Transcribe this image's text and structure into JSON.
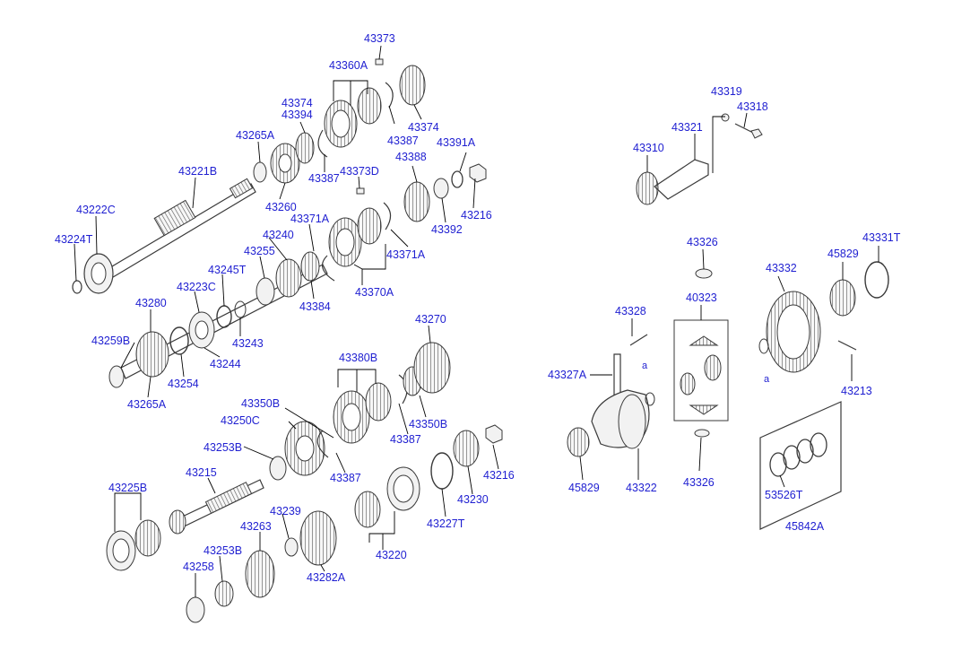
{
  "colors": {
    "label": "#1f1fd1",
    "line": "#000000",
    "part_stroke": "#3a3a3a",
    "part_fill": "#f2f2f2",
    "gear_shade": "#bdbdbd"
  },
  "labels": [
    {
      "id": "l-43373",
      "text": "43373"
    },
    {
      "id": "l-43360A",
      "text": "43360A"
    },
    {
      "id": "l-43374a",
      "text": "43374"
    },
    {
      "id": "l-43394",
      "text": "43394"
    },
    {
      "id": "l-43374b",
      "text": "43374"
    },
    {
      "id": "l-43387a",
      "text": "43387"
    },
    {
      "id": "l-43265Aa",
      "text": "43265A"
    },
    {
      "id": "l-43391A",
      "text": "43391A"
    },
    {
      "id": "l-43221B",
      "text": "43221B"
    },
    {
      "id": "l-43387b",
      "text": "43387"
    },
    {
      "id": "l-43373D",
      "text": "43373D"
    },
    {
      "id": "l-43388",
      "text": "43388"
    },
    {
      "id": "l-43260",
      "text": "43260"
    },
    {
      "id": "l-43222C",
      "text": "43222C"
    },
    {
      "id": "l-43371Aa",
      "text": "43371A"
    },
    {
      "id": "l-43216a",
      "text": "43216"
    },
    {
      "id": "l-43392",
      "text": "43392"
    },
    {
      "id": "l-43240",
      "text": "43240"
    },
    {
      "id": "l-43224T",
      "text": "43224T"
    },
    {
      "id": "l-43255",
      "text": "43255"
    },
    {
      "id": "l-43371Ab",
      "text": "43371A"
    },
    {
      "id": "l-43245T",
      "text": "43245T"
    },
    {
      "id": "l-43223C",
      "text": "43223C"
    },
    {
      "id": "l-43370A",
      "text": "43370A"
    },
    {
      "id": "l-43384",
      "text": "43384"
    },
    {
      "id": "l-43280",
      "text": "43280"
    },
    {
      "id": "l-43259B",
      "text": "43259B"
    },
    {
      "id": "l-43243",
      "text": "43243"
    },
    {
      "id": "l-43244",
      "text": "43244"
    },
    {
      "id": "l-43254",
      "text": "43254"
    },
    {
      "id": "l-43265Ab",
      "text": "43265A"
    },
    {
      "id": "l-43270",
      "text": "43270"
    },
    {
      "id": "l-43380B",
      "text": "43380B"
    },
    {
      "id": "l-43350Ba",
      "text": "43350B"
    },
    {
      "id": "l-43250C",
      "text": "43250C"
    },
    {
      "id": "l-43350Bb",
      "text": "43350B"
    },
    {
      "id": "l-43387c",
      "text": "43387"
    },
    {
      "id": "l-43253Ba",
      "text": "43253B"
    },
    {
      "id": "l-43216b",
      "text": "43216"
    },
    {
      "id": "l-43387d",
      "text": "43387"
    },
    {
      "id": "l-43215",
      "text": "43215"
    },
    {
      "id": "l-43230",
      "text": "43230"
    },
    {
      "id": "l-43225B",
      "text": "43225B"
    },
    {
      "id": "l-43239",
      "text": "43239"
    },
    {
      "id": "l-43227T",
      "text": "43227T"
    },
    {
      "id": "l-43263",
      "text": "43263"
    },
    {
      "id": "l-43253Bb",
      "text": "43253B"
    },
    {
      "id": "l-43220",
      "text": "43220"
    },
    {
      "id": "l-43258",
      "text": "43258"
    },
    {
      "id": "l-43282A",
      "text": "43282A"
    },
    {
      "id": "l-43319",
      "text": "43319"
    },
    {
      "id": "l-43318",
      "text": "43318"
    },
    {
      "id": "l-43321",
      "text": "43321"
    },
    {
      "id": "l-43310",
      "text": "43310"
    },
    {
      "id": "l-43326a",
      "text": "43326"
    },
    {
      "id": "l-43331T",
      "text": "43331T"
    },
    {
      "id": "l-45829a",
      "text": "45829"
    },
    {
      "id": "l-43332",
      "text": "43332"
    },
    {
      "id": "l-40323",
      "text": "40323"
    },
    {
      "id": "l-43328",
      "text": "43328"
    },
    {
      "id": "l-43327A",
      "text": "43327A"
    },
    {
      "id": "l-a1",
      "text": "a"
    },
    {
      "id": "l-a2",
      "text": "a"
    },
    {
      "id": "l-43213",
      "text": "43213"
    },
    {
      "id": "l-45829b",
      "text": "45829"
    },
    {
      "id": "l-43322",
      "text": "43322"
    },
    {
      "id": "l-43326b",
      "text": "43326"
    },
    {
      "id": "l-53526T",
      "text": "53526T"
    },
    {
      "id": "l-45842A",
      "text": "45842A"
    }
  ]
}
